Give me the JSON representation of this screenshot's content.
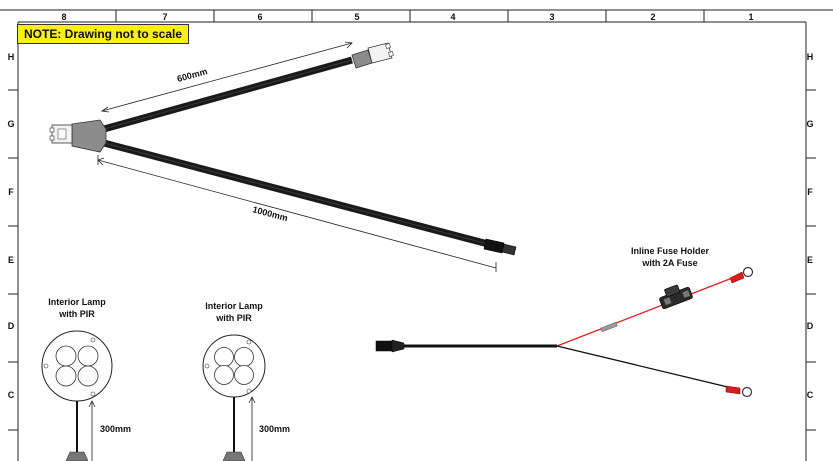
{
  "note": "NOTE: Drawing not to scale",
  "columns": [
    "8",
    "7",
    "6",
    "5",
    "4",
    "3",
    "2",
    "1"
  ],
  "rows": [
    "H",
    "G",
    "F",
    "E",
    "D",
    "C"
  ],
  "dimensions": {
    "upper_branch": "600mm",
    "lower_branch": "1000mm",
    "lamp_1_cable": "300mm",
    "lamp_2_cable": "300mm"
  },
  "fuse": {
    "line1": "Inline Fuse Holder",
    "line2": "with 2A Fuse"
  },
  "lamp_1": {
    "line1": "Interior Lamp",
    "line2": "with PIR"
  },
  "lamp_2": {
    "line1": "Interior Lamp",
    "line2": "with PIR"
  },
  "colors": {
    "note_background": "#f7ee1b",
    "cable": "#1a1a1a",
    "red_wire": "#e02020",
    "ring_terminal": "#d81e1e"
  }
}
